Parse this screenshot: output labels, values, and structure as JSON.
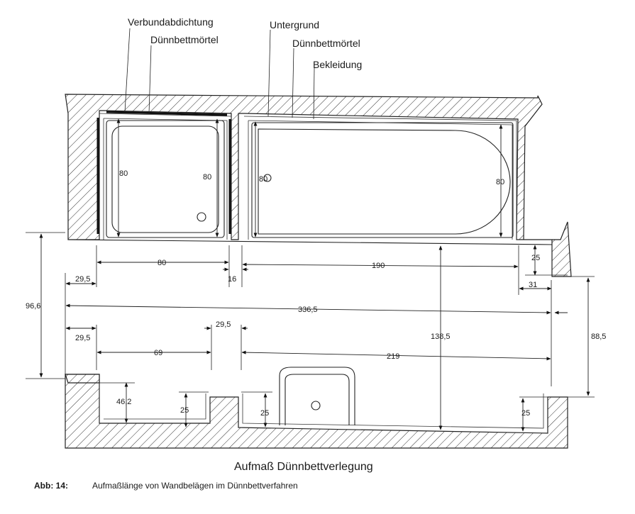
{
  "labels": {
    "verbundabdichtung": "Verbundabdichtung",
    "duennbettmoertel_left": "Dünnbettmörtel",
    "untergrund": "Untergrund",
    "duennbettmoertel_right": "Dünnbettmörtel",
    "bekleidung": "Bekleidung"
  },
  "dimensions": {
    "shower_depth_left": "80",
    "shower_depth_right": "80",
    "tub_depth_left": "80",
    "tub_depth_right": "80",
    "shower_width": "80",
    "tub_length": "190",
    "partition": "16",
    "recess_depth_right": "25",
    "offset_top_left": "29,5",
    "offset_right": "31",
    "total_width": "336,5",
    "room_depth_left": "96,6",
    "room_depth_middle": "138,5",
    "room_depth_right": "88,5",
    "offset_bottom_left": "29,5",
    "column_width": "29,5",
    "wall_segment_left": "69",
    "wall_segment_right": "219",
    "bottom_recess_left": "46,2",
    "bottom_recess_middle_a": "25",
    "bottom_recess_middle_b": "25",
    "bottom_recess_right": "25"
  },
  "caption": {
    "title": "Aufmaß Dünnbettverlegung",
    "figure_ref": "Abb: 14:",
    "text": "Aufmaßlänge von Wandbelägen im Dünnbettverfahren"
  }
}
